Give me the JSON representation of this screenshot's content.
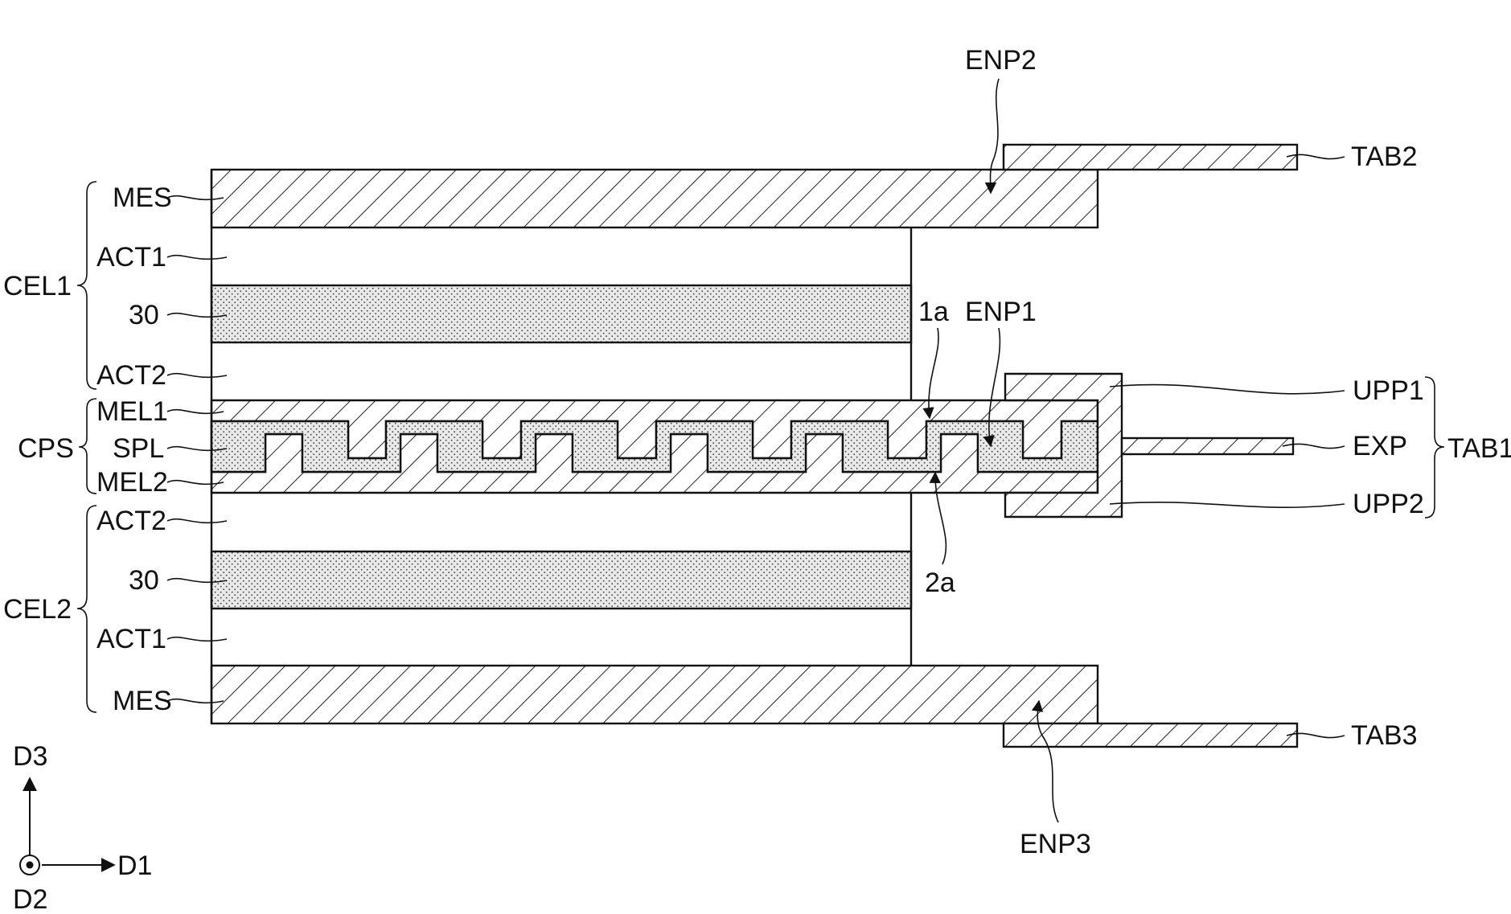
{
  "labels": {
    "enp2": "ENP2",
    "tab2": "TAB2",
    "mes_top": "MES",
    "act1_top": "ACT1",
    "thirty_top": "30",
    "act2_top": "ACT2",
    "cel1": "CEL1",
    "mel1": "MEL1",
    "spl": "SPL",
    "mel2": "MEL2",
    "cps": "CPS",
    "one_a": "1a",
    "enp1": "ENP1",
    "upp1": "UPP1",
    "exp": "EXP",
    "upp2": "UPP2",
    "tab1": "TAB1",
    "two_a": "2a",
    "act2_bottom": "ACT2",
    "thirty_bottom": "30",
    "cel2": "CEL2",
    "act1_bottom": "ACT1",
    "mes_bottom": "MES",
    "tab3": "TAB3",
    "enp3": "ENP3",
    "d3": "D3",
    "d1": "D1",
    "d2": "D2"
  },
  "style": {
    "line_color": "#111111",
    "hatch_color": "#222222",
    "dot_fill_color": "#e9e9e9",
    "background": "#ffffff"
  }
}
